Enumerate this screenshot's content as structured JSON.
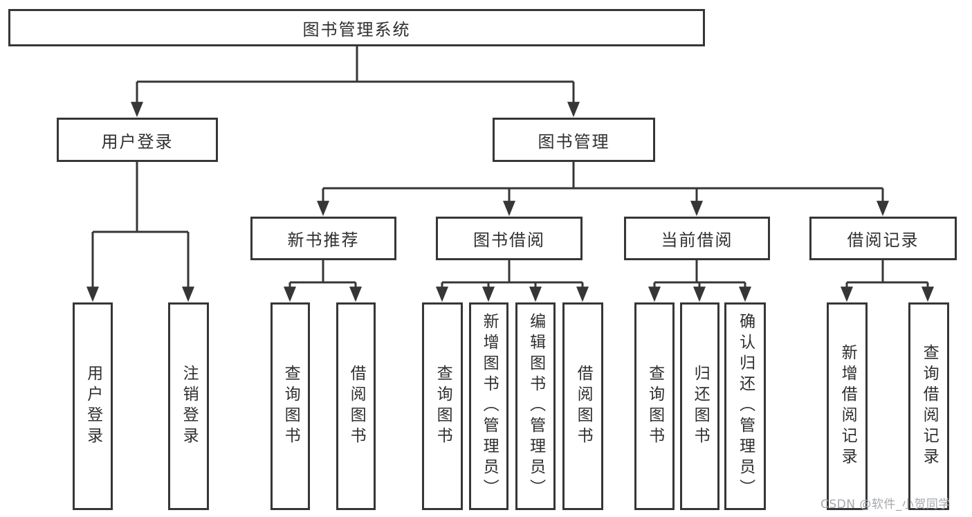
{
  "nodes": {
    "root": "图书管理系统",
    "level2": [
      "用户登录",
      "图书管理"
    ],
    "level3": [
      "新书推荐",
      "图书借阅",
      "当前借阅",
      "借阅记录"
    ],
    "leaves": {
      "login": [
        "用户登录",
        "注销登录"
      ],
      "recommend": [
        "查询图书",
        "借阅图书"
      ],
      "borrow": [
        "查询图书",
        "新增图书（管理员）",
        "编辑图书（管理员）",
        "借阅图书"
      ],
      "current": [
        "查询图书",
        "归还图书",
        "确认归还（管理员）"
      ],
      "record": [
        "新增借阅记录",
        "查询借阅记录"
      ]
    }
  },
  "watermark": "CSDN @软件_小贺同学",
  "colors": {
    "line": "#363636",
    "text": "#2f2f2f",
    "background": "#ffffff",
    "watermark": "#a5a8ac"
  }
}
